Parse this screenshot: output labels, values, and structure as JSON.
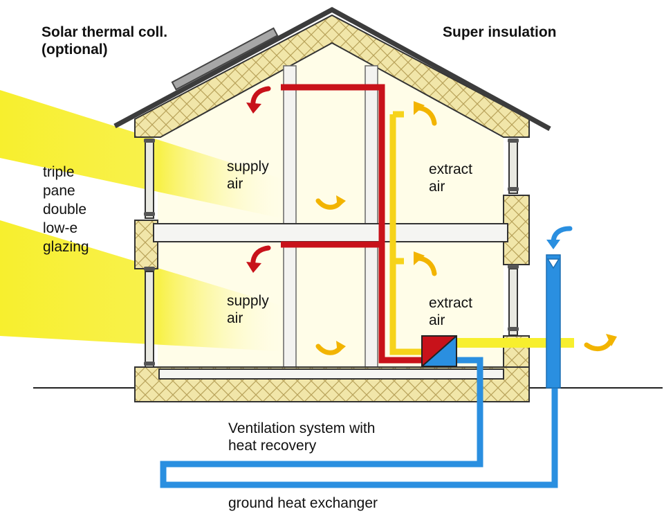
{
  "labels": {
    "solar_collector": "Solar thermal coll.\n(optional)",
    "super_insulation": "Super insulation",
    "glazing": "triple\npane\ndouble\nlow-e\nglazing",
    "supply_air_upper": "supply\nair",
    "supply_air_lower": "supply\nair",
    "extract_air_upper": "extract\nair",
    "extract_air_lower": "extract\nair",
    "ventilation": "Ventilation system with\nheat recovery",
    "ground_heat_exchanger": "ground heat exchanger"
  },
  "colors": {
    "sunlight": "#f7ef2e",
    "insulation": "#f1e6a9",
    "interior": "#fffde8",
    "supply_duct": "#c8121a",
    "extract_duct": "#f6d31a",
    "ground_duct": "#2a8fe0",
    "roof": "#3c3c3c",
    "arrow_warm": "#f2b400",
    "arrow_supply": "#c8121a",
    "arrow_fresh": "#2a8fe0"
  }
}
